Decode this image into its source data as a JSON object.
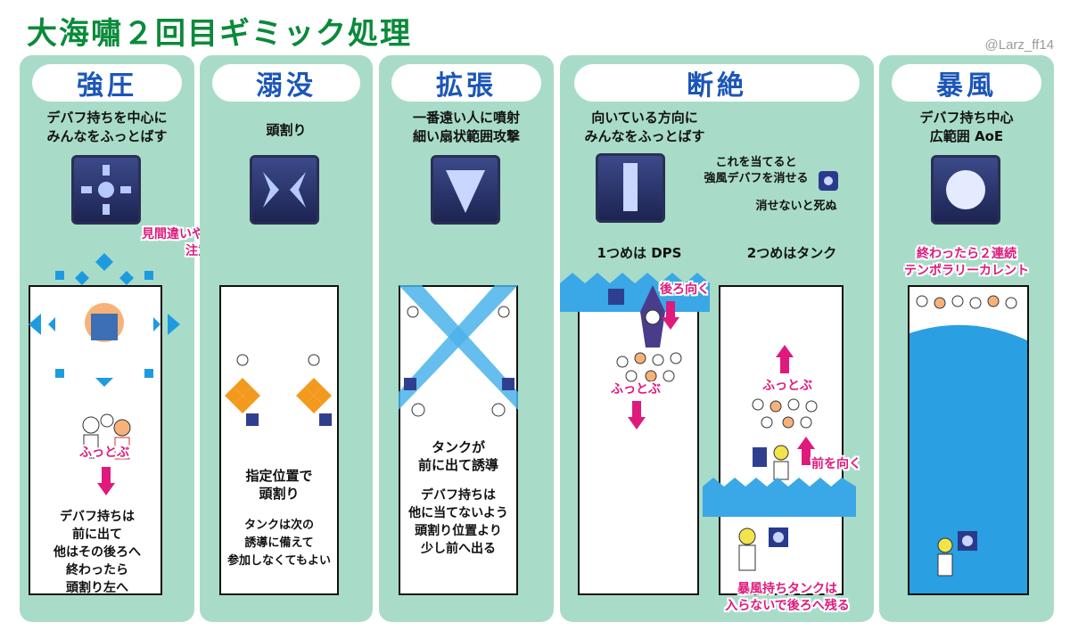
{
  "title": "大海嘯２回目ギミック処理",
  "credit": "@Larz_ff14",
  "colors": {
    "panel": "#a8dcc8",
    "title": "#0a8a3a",
    "pill_text": "#1b56b8",
    "accent": "#e0197d",
    "blue": "#1e9be0",
    "orange": "#f39a1e"
  },
  "panels": {
    "kyoatsu": {
      "name": "強圧",
      "desc": [
        "デバフ持ちを中心に",
        "みんなをふっとばす"
      ],
      "note": [
        "見間違いやすいので",
        "注意"
      ],
      "knock": "ふっとぶ",
      "explain": [
        "デバフ持ちは",
        "前に出て",
        "他はその後ろへ",
        "終わったら",
        "頭割り左へ"
      ]
    },
    "dekibotsu": {
      "name": "溺没",
      "desc": "頭割り",
      "explain1": [
        "指定位置で",
        "頭割り"
      ],
      "explain2": [
        "タンクは次の",
        "誘導に備えて",
        "参加しなくてもよい"
      ]
    },
    "kakucho": {
      "name": "拡張",
      "desc": [
        "一番遠い人に噴射",
        "細い扇状範囲攻撃"
      ],
      "explain1": [
        "タンクが",
        "前に出て誘導"
      ],
      "explain2": [
        "デバフ持ちは",
        "他に当てないよう",
        "頭割り位置より",
        "少し前へ出る"
      ]
    },
    "danzetsu": {
      "name": "断絶",
      "desc": [
        "向いている方向に",
        "みんなをふっとばす"
      ],
      "side1": [
        "これを当てると",
        "強風デバフを消せる"
      ],
      "side2": "消せないと死ぬ",
      "first": "1つめは DPS",
      "second": "2つめはタンク",
      "back": "後ろ向く",
      "knock1": "ふっとぶ",
      "knock2": "ふっとぶ",
      "front": "前を向く",
      "stay": [
        "暴風持ちタンクは",
        "入らないで後ろへ残る"
      ]
    },
    "bofu": {
      "name": "暴風",
      "desc": [
        "デバフ持ち中心",
        "広範囲 AoE"
      ],
      "after": [
        "終わったら２連続",
        "テンポラリーカレント"
      ]
    }
  }
}
